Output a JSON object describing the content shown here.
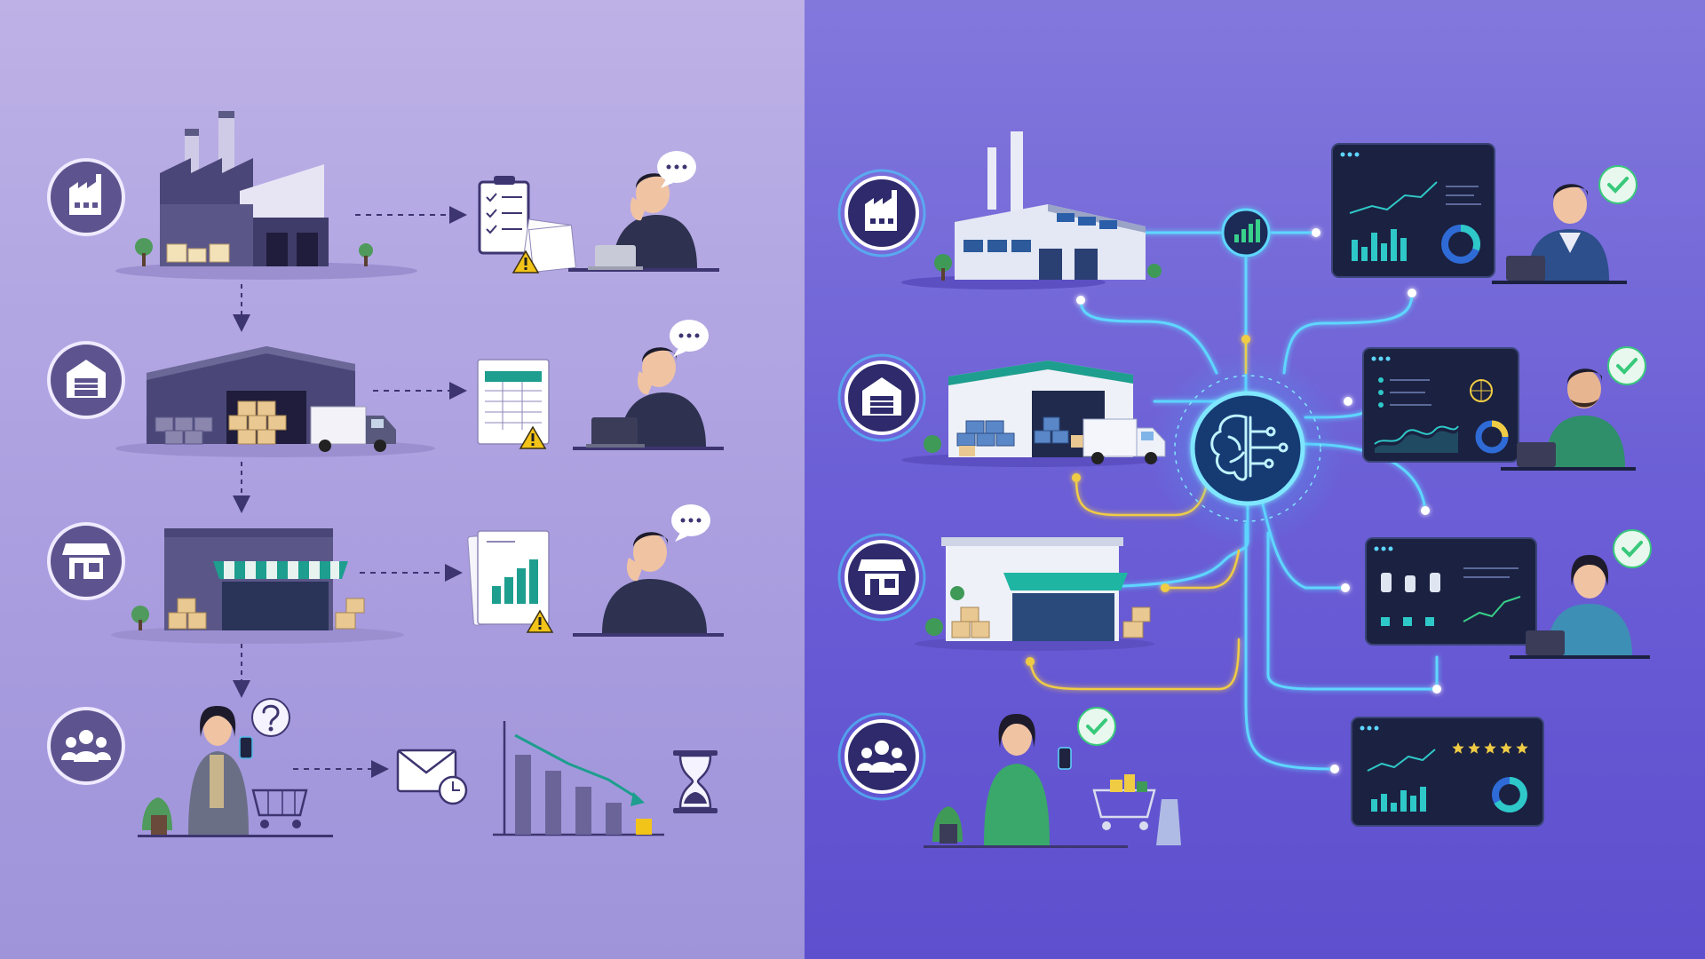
{
  "colors": {
    "left_background": "#b3a8e3",
    "right_background": "#6f62d8",
    "icon_circle": "#5d548f",
    "icon_circle_glow": "#46d2ff",
    "dark_panel": "#1b2140",
    "accent_teal": "#2fc8c8",
    "accent_green": "#38c97a",
    "warning": "#f2c318",
    "connector_blue": "#5ed6ff",
    "connector_yellow": "#f0cc45",
    "arrow_dark": "#3d3570"
  },
  "left_rows": [
    {
      "stage_icon": "factory-icon",
      "document_icon": "checklist-icon",
      "status_icon": "warning-icon",
      "bubble_icon": "ellipsis-icon"
    },
    {
      "stage_icon": "warehouse-icon",
      "document_icon": "spreadsheet-icon",
      "status_icon": "warning-icon",
      "bubble_icon": "ellipsis-icon"
    },
    {
      "stage_icon": "store-icon",
      "document_icon": "bar-report-icon",
      "status_icon": "warning-icon",
      "bubble_icon": "ellipsis-icon"
    },
    {
      "stage_icon": "customers-icon",
      "document_icon": "envelope-clock-icon",
      "status_icon": "hourglass-icon",
      "bubble_icon": "question-icon"
    }
  ],
  "right_rows": [
    {
      "stage_icon": "factory-icon",
      "dashboard": "analytics-dashboard",
      "status_icon": "check-icon"
    },
    {
      "stage_icon": "warehouse-icon",
      "dashboard": "inventory-dashboard",
      "status_icon": "check-icon"
    },
    {
      "stage_icon": "store-icon",
      "dashboard": "retail-dashboard",
      "status_icon": "check-icon"
    },
    {
      "stage_icon": "customers-icon",
      "dashboard": "customer-dashboard",
      "status_icon": "check-icon"
    }
  ],
  "hub": {
    "icon": "brain-circuit-icon"
  },
  "declining_chart": {
    "values": [
      5,
      4,
      3,
      2,
      1
    ]
  },
  "rating": {
    "stars": 5
  }
}
